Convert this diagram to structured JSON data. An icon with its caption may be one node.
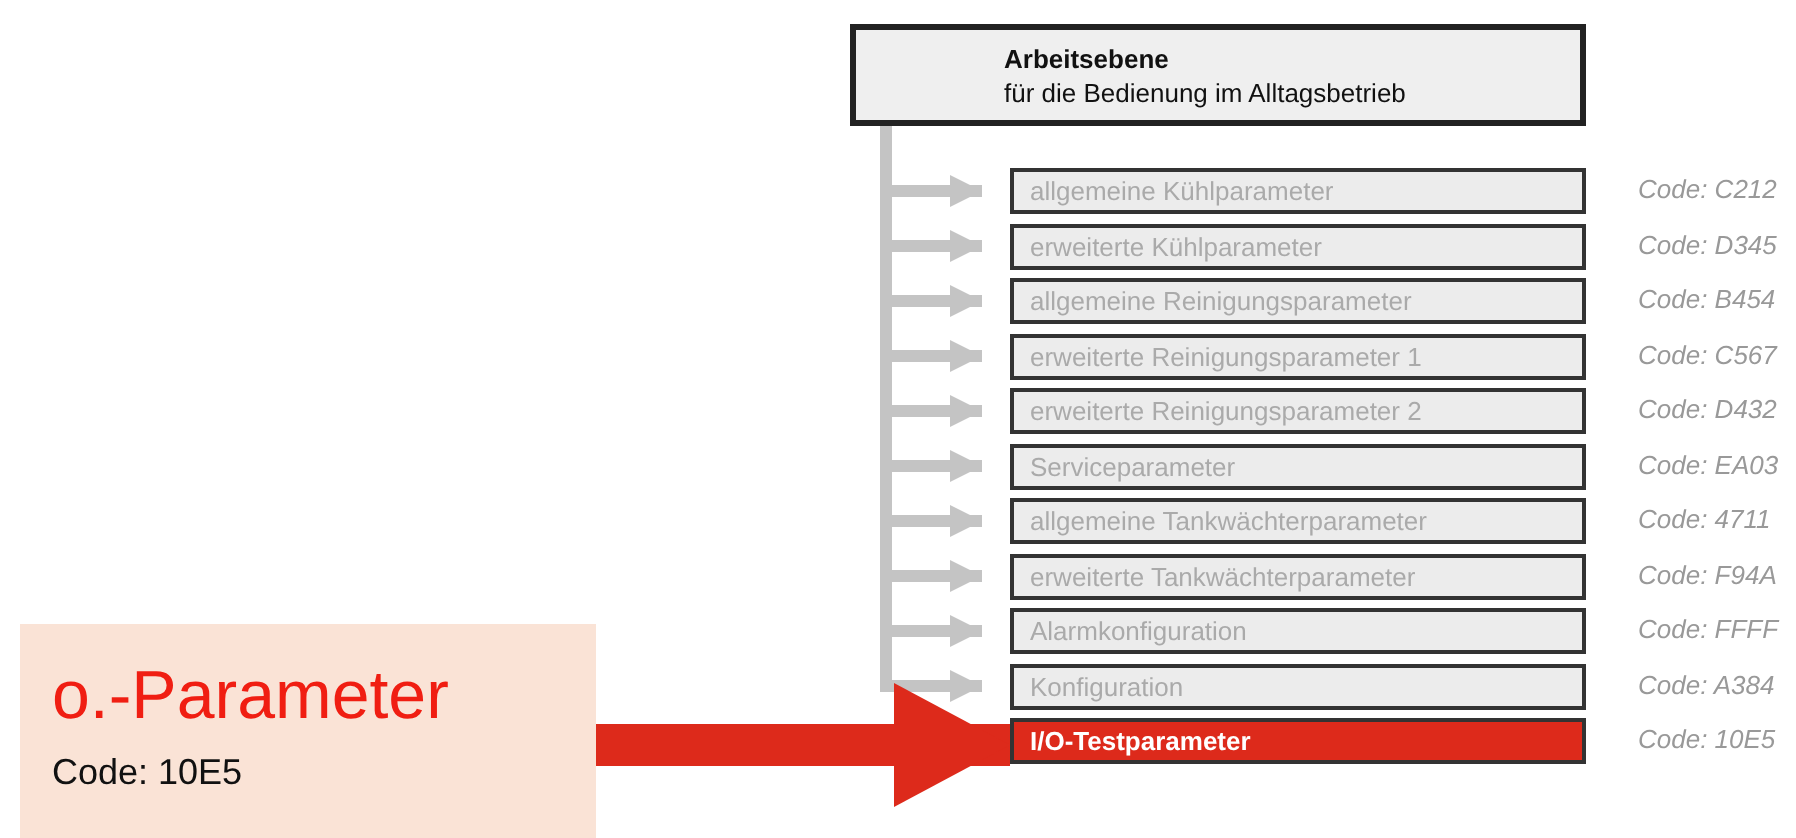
{
  "diagram": {
    "nodes": [
      {
        "text": [
          "Arbeitsebene",
          "für die Bedienung im Alltagsbetrieb"
        ]
      },
      {
        "text": [
          "allgemeine Kühlparameter"
        ],
        "beside": [
          "Code: C212"
        ]
      },
      {
        "text": [
          "erweiterte Kühlparameter"
        ],
        "beside": [
          "Code: D345"
        ]
      },
      {
        "text": [
          "allgemeine Reinigungsparameter"
        ],
        "beside": [
          "Code: B454"
        ]
      },
      {
        "text": [
          "erweiterte Reinigungsparameter 1"
        ],
        "beside": [
          "Code: C567"
        ]
      },
      {
        "text": [
          "erweiterte Reinigungsparameter 2"
        ],
        "beside": [
          "Code: D432"
        ]
      },
      {
        "text": [
          "Serviceparameter"
        ],
        "beside": [
          "Code: EA03"
        ]
      },
      {
        "text": [
          "allgemeine Tankwächterparameter"
        ],
        "beside": [
          "Code: 4711"
        ]
      },
      {
        "text": [
          "erweiterte Tankwächterparameter"
        ],
        "beside": [
          "Code: F94A"
        ]
      },
      {
        "text": [
          "Alarmkonfiguration"
        ],
        "beside": [
          "Code: FFFF"
        ]
      },
      {
        "text": [
          "Konfiguration"
        ],
        "beside": [
          "Code: A384"
        ]
      },
      {
        "text": [
          "I/O-Testparameter"
        ],
        "beside": [
          "Code: 10E5"
        ]
      },
      {
        "text": [
          "o.-Parameter",
          "Code: 10E5"
        ]
      }
    ],
    "edges": [
      {
        "from": 0,
        "to": 1,
        "arrow": "to"
      },
      {
        "from": 0,
        "to": 2,
        "arrow": "to"
      },
      {
        "from": 0,
        "to": 3,
        "arrow": "to"
      },
      {
        "from": 0,
        "to": 4,
        "arrow": "to"
      },
      {
        "from": 0,
        "to": 5,
        "arrow": "to"
      },
      {
        "from": 0,
        "to": 6,
        "arrow": "to"
      },
      {
        "from": 0,
        "to": 7,
        "arrow": "to"
      },
      {
        "from": 0,
        "to": 8,
        "arrow": "to"
      },
      {
        "from": 0,
        "to": 9,
        "arrow": "to"
      },
      {
        "from": 0,
        "to": 10,
        "arrow": "to"
      },
      {
        "from": 12,
        "to": 11,
        "arrow": "to",
        "style": "thick",
        "color": "#dd2a1b"
      }
    ]
  }
}
